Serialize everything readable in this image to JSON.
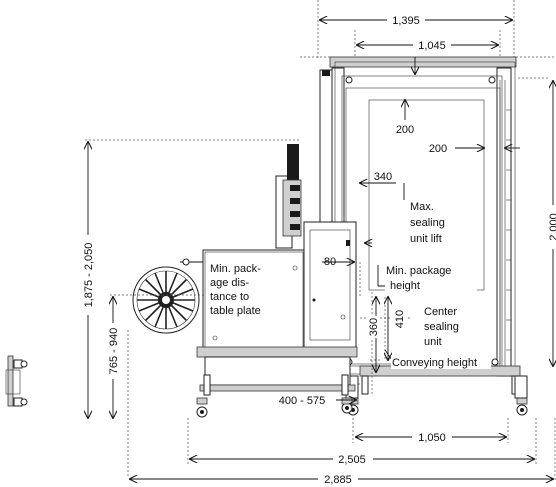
{
  "dimensions": {
    "frame_outer_width": "1,395",
    "frame_inner_width": "1,045",
    "top_offset": "200",
    "side_offset": "200",
    "offset_340": "340",
    "frame_height": "2,000",
    "table_height_range": "1,875 - 2,050",
    "conveyor_height_range": "765 - 940",
    "offset_80": "80",
    "height_360": "360",
    "height_410": "410",
    "foot_offset_range": "400 - 575",
    "base_width_1050": "1,050",
    "base_width_2505": "2,505",
    "overall_width": "2,885"
  },
  "labels": {
    "max_lift": [
      "Max.",
      "sealing",
      "unit lift"
    ],
    "min_package": [
      "Min. package",
      "height"
    ],
    "center_sealing": [
      "Center",
      "sealing",
      "unit"
    ],
    "conveying_height": "Conveying height",
    "min_distance": [
      "Min. pack-",
      "age dis-",
      "tance to",
      "table plate"
    ]
  }
}
